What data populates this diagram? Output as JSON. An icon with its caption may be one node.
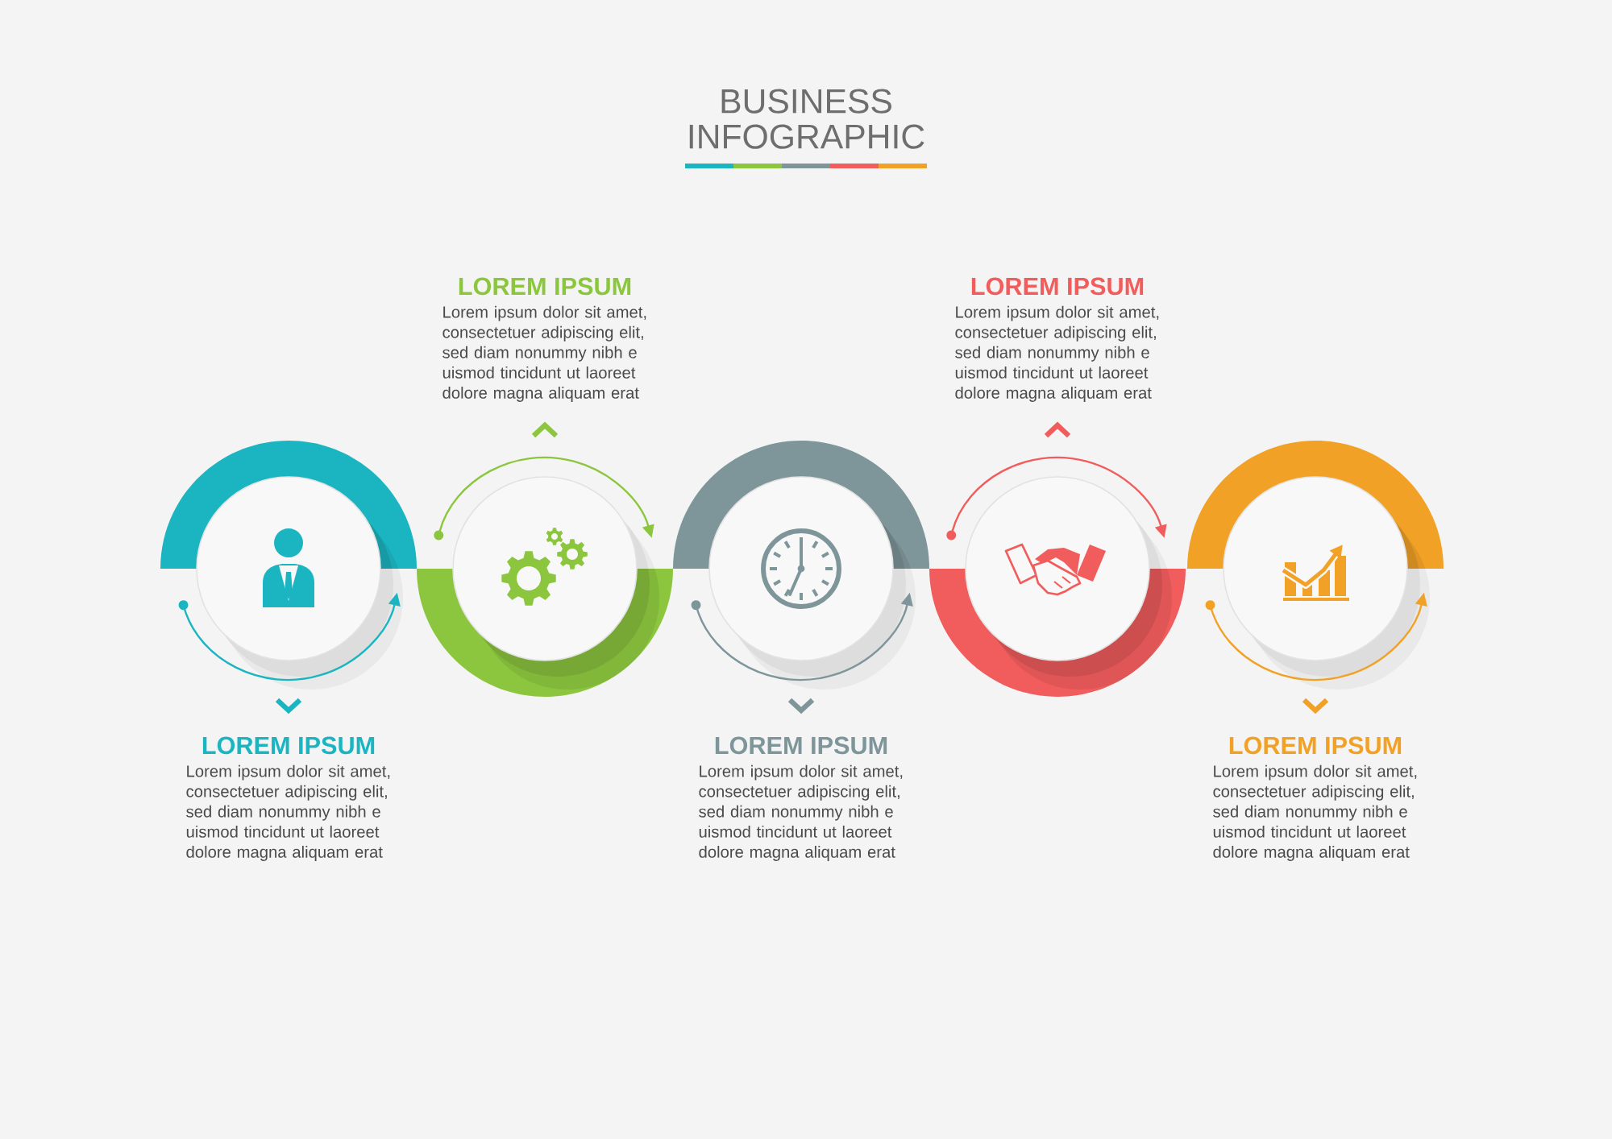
{
  "diagram": {
    "title": "BUSINESS INFOGRAPHIC",
    "nodes": [
      {
        "text": [],
        "shape": "circle",
        "beside": [
          "LOREM IPSUM",
          "Lorem ipsum dolor sit amet, consectetuer adipiscing elit, sed diam nonummy nibh e uismod tincidunt ut laoreet dolore magna aliquam erat"
        ]
      },
      {
        "text": [],
        "shape": "circle",
        "beside": [
          "LOREM IPSUM",
          "Lorem ipsum dolor sit amet, consectetuer adipiscing elit, sed diam nonummy nibh e uismod tincidunt ut laoreet dolore magna aliquam erat"
        ]
      },
      {
        "text": [],
        "shape": "circle",
        "beside": [
          "LOREM IPSUM",
          "Lorem ipsum dolor sit amet, consectetuer adipiscing elit, sed diam nonummy nibh e uismod tincidunt ut laoreet dolore magna aliquam erat"
        ]
      },
      {
        "text": [],
        "shape": "circle",
        "beside": [
          "LOREM IPSUM",
          "Lorem ipsum dolor sit amet, consectetuer adipiscing elit, sed diam nonummy nibh e uismod tincidunt ut laoreet dolore magna aliquam erat"
        ]
      },
      {
        "text": [],
        "shape": "circle",
        "beside": [
          "LOREM IPSUM",
          "Lorem ipsum dolor sit amet, consectetuer adipiscing elit, sed diam nonummy nibh e uismod tincidunt ut laoreet dolore magna aliquam erat"
        ]
      }
    ]
  }
}
